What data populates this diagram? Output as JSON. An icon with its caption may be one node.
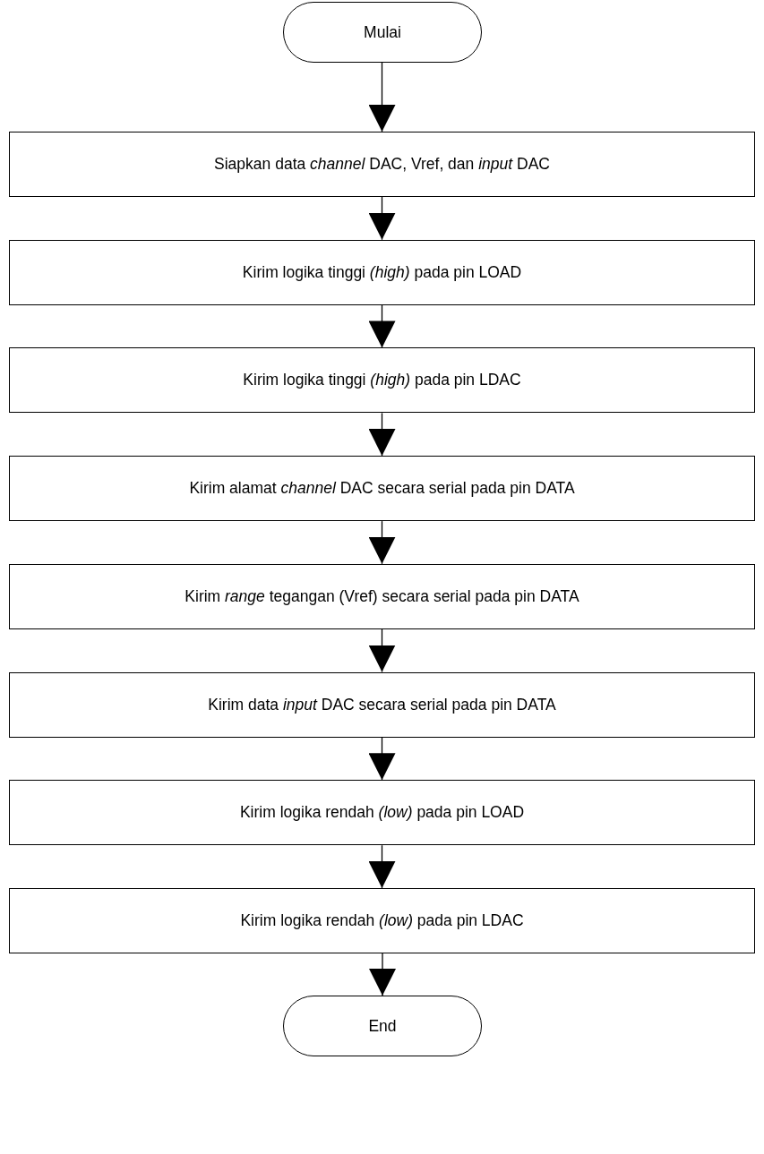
{
  "diagram": {
    "nodes": [
      {
        "text": [
          "Mulai"
        ]
      },
      {
        "text": [
          "Siapkan data *channel* DAC, Vref, dan *input* DAC"
        ]
      },
      {
        "text": [
          "Kirim logika tinggi *(high)* pada pin LOAD"
        ]
      },
      {
        "text": [
          "Kirim logika tinggi *(high)* pada pin LDAC"
        ]
      },
      {
        "text": [
          "Kirim alamat *channel* DAC secara serial pada pin DATA"
        ]
      },
      {
        "text": [
          "Kirim *range* tegangan (Vref) secara serial pada pin DATA"
        ]
      },
      {
        "text": [
          "Kirim data *input* DAC secara serial pada pin DATA"
        ]
      },
      {
        "text": [
          "Kirim logika rendah *(low)* pada pin LOAD"
        ]
      },
      {
        "text": [
          "Kirim logika rendah *(low)* pada pin LDAC"
        ]
      },
      {
        "text": [
          "End"
        ]
      }
    ],
    "edges": [
      {
        "from": 0,
        "to": 1,
        "arrow": "to"
      },
      {
        "from": 1,
        "to": 2,
        "arrow": "to"
      },
      {
        "from": 2,
        "to": 3,
        "arrow": "to"
      },
      {
        "from": 3,
        "to": 4,
        "arrow": "to"
      },
      {
        "from": 4,
        "to": 5,
        "arrow": "to"
      },
      {
        "from": 5,
        "to": 6,
        "arrow": "to"
      },
      {
        "from": 6,
        "to": 7,
        "arrow": "to"
      },
      {
        "from": 7,
        "to": 8,
        "arrow": "to"
      },
      {
        "from": 8,
        "to": 9,
        "arrow": "to"
      }
    ]
  }
}
